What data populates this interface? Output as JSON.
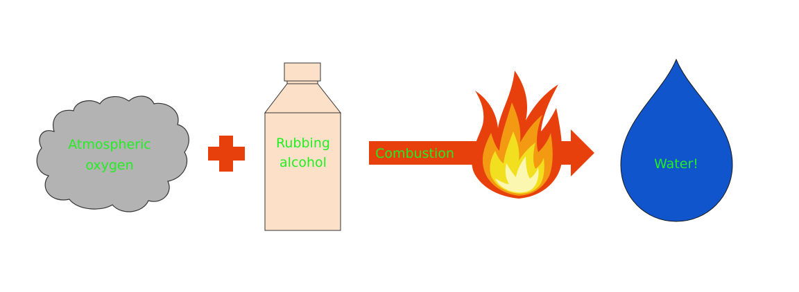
{
  "labels": {
    "cloud_line1": "Atmospheric",
    "cloud_line2": "oxygen",
    "bottle_line1": "Rubbing",
    "bottle_line2": "alcohol",
    "arrow": "Combustion",
    "drop": "Water!"
  },
  "colors": {
    "cloud_fill": "#b3b3b3",
    "bottle_fill": "#fde0c8",
    "plus": "#e8400c",
    "arrow": "#e8400c",
    "flame_outer": "#e8400c",
    "flame_mid": "#f39a12",
    "flame_inner": "#f2e020",
    "flame_core": "#fbf7b0",
    "drop_fill": "#1055cc",
    "label_text": "#22ee22"
  },
  "icons": [
    "cloud-icon",
    "plus-icon",
    "bottle-icon",
    "fire-icon",
    "water-drop-icon"
  ]
}
